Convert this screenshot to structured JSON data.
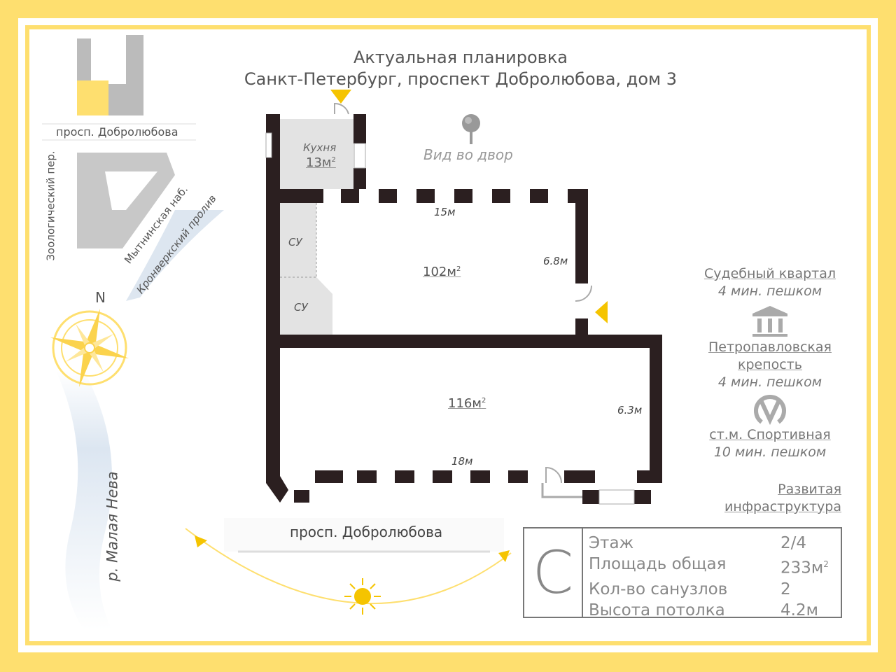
{
  "header": {
    "title_line1": "Актуальная планировка",
    "title_line2": "Санкт-Петербург, проспект Добролюбова, дом 3"
  },
  "map": {
    "street_top": "просп. Добролюбова",
    "street_left": "Зоологический пер.",
    "street_embankment": "Мытнинская наб.",
    "strait": "Кронверкский пролив",
    "north": "N",
    "river": "р. Малая Нева"
  },
  "plan": {
    "kitchen_label": "Кухня",
    "kitchen_area": "13м",
    "view_label": "Вид во двор",
    "room1_area": "102м",
    "room1_width": "15м",
    "room1_depth": "6.8м",
    "bath1": "СУ",
    "bath2": "СУ",
    "room2_area": "116м",
    "room2_width": "18м",
    "room2_depth": "6.3м",
    "street_bottom": "просп. Добролюбова",
    "sup": "2"
  },
  "poi": [
    {
      "name": "Судебный квартал",
      "time": "4 мин. пешком"
    },
    {
      "icon": "museum-icon",
      "name1": "Петропавловская",
      "name2": "крепость",
      "time": "4 мин. пешком"
    },
    {
      "icon": "metro-icon",
      "name": "ст.м. Спортивная",
      "time": "10 мин. пешком"
    },
    {
      "name1": "Развитая",
      "name2": "инфраструктура"
    }
  ],
  "info": {
    "class": "C",
    "rows": [
      {
        "label": "Этаж",
        "value": "2/4"
      },
      {
        "label": "Площадь общая",
        "value": "233м",
        "sup": "2"
      },
      {
        "label": "Кол-во санузлов",
        "value": "2"
      },
      {
        "label": "Высота потолка",
        "value": "4.2м"
      }
    ]
  },
  "colors": {
    "accent": "#FEDF6F",
    "wall": "#2B1F20",
    "entrance": "#F5C400"
  }
}
